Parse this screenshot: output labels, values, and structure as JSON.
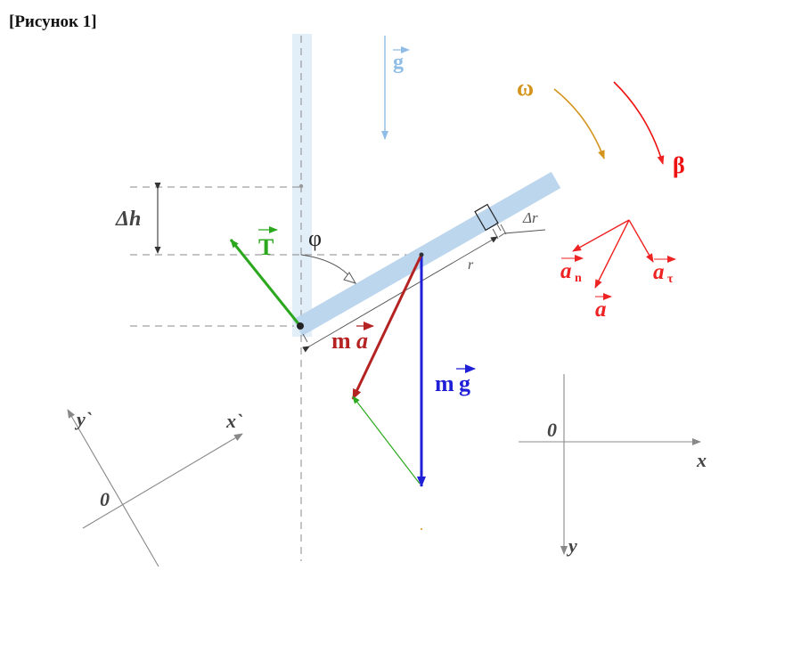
{
  "caption": "[Рисунок 1]",
  "labels": {
    "gravity_field": "g",
    "angular_velocity": "ω",
    "angular_acceleration": "β",
    "height_change": "Δh",
    "tension": "T",
    "angle": "φ",
    "radius_increment": "Δr",
    "radius": "r",
    "inertial_force_m": "m",
    "inertial_force_a": "a",
    "weight_m": "m",
    "weight_g": "g",
    "normal_accel": "a",
    "normal_accel_sub": "n",
    "tangential_accel": "a",
    "tangential_accel_sub": "τ",
    "total_accel": "a",
    "rotated_axis_y": "y`",
    "rotated_axis_x": "x`",
    "rotated_origin": "0",
    "fixed_origin": "0",
    "fixed_axis_x": "x",
    "fixed_axis_y": "y"
  },
  "colors": {
    "rod": "#bcd6ee",
    "rod_vertical": "#e2eef8",
    "gravity_field": "#8fbde6",
    "omega": "#d4941c",
    "beta": "#ee1111",
    "tension": "#2ca81f",
    "weight": "#1f1fd8",
    "inertial": "#b52222",
    "accel": "#ee2222",
    "axes": "#888888",
    "guides": "#888888",
    "text": "#444444"
  }
}
